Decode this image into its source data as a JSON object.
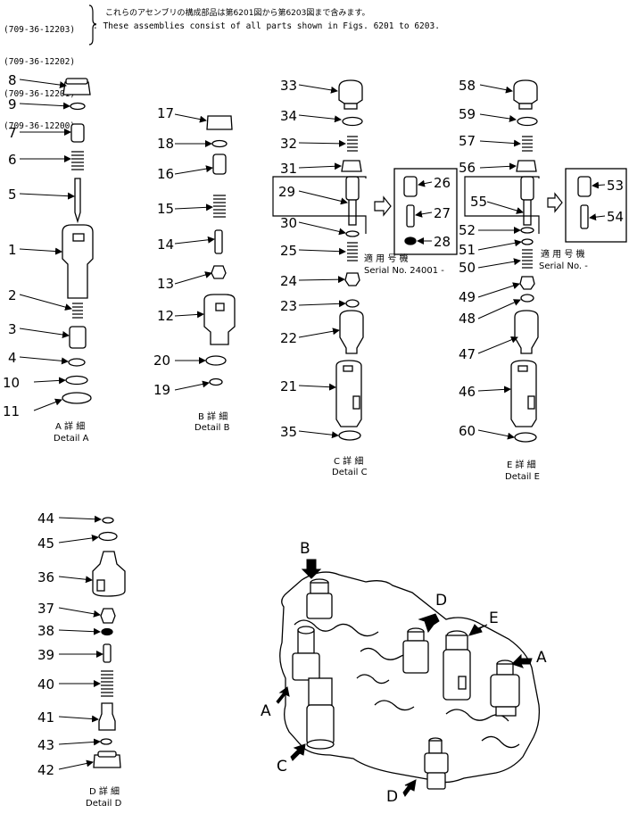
{
  "header": {
    "part_numbers": [
      "(709-36-12203)",
      "(709-36-12202)",
      "(709-36-12201)",
      "(709-36-12200)"
    ],
    "note_jp": "これらのアセンブリの構成部品は第6201図から第6203図まで含みます。",
    "note_en": ": These assemblies consist of all parts shown in Figs. 6201 to 6203."
  },
  "details": {
    "a": {
      "jp": "A 詳 細",
      "en": "Detail  A"
    },
    "b": {
      "jp": "B 詳 細",
      "en": "Detail  B"
    },
    "c": {
      "jp": "C 詳 細",
      "en": "Detail  C"
    },
    "d": {
      "jp": "D 詳 細",
      "en": "Detail  D"
    },
    "e": {
      "jp": "E 詳 細",
      "en": "Detail  E"
    }
  },
  "serial_notes": {
    "c": {
      "jp": "適 用 号 機",
      "en": "Serial No. 24001 -"
    },
    "e": {
      "jp": "適 用 号 機",
      "en": "Serial No.  -"
    }
  },
  "callouts": [
    "A",
    "A",
    "B",
    "C",
    "D",
    "D",
    "E"
  ],
  "part_labels": {
    "a": [
      "8",
      "9",
      "7",
      "6",
      "5",
      "1",
      "2",
      "3",
      "4",
      "10",
      "11"
    ],
    "b": [
      "17",
      "18",
      "16",
      "15",
      "14",
      "13",
      "12",
      "20",
      "19"
    ],
    "c": [
      "33",
      "34",
      "32",
      "31",
      "29",
      "30",
      "25",
      "24",
      "23",
      "22",
      "21",
      "35"
    ],
    "c_box": [
      "26",
      "27",
      "28"
    ],
    "e": [
      "58",
      "59",
      "57",
      "56",
      "55",
      "52",
      "51",
      "50",
      "49",
      "48",
      "47",
      "46",
      "60"
    ],
    "e_box": [
      "53",
      "54"
    ],
    "d": [
      "44",
      "45",
      "36",
      "37",
      "38",
      "39",
      "40",
      "41",
      "43",
      "42"
    ]
  }
}
